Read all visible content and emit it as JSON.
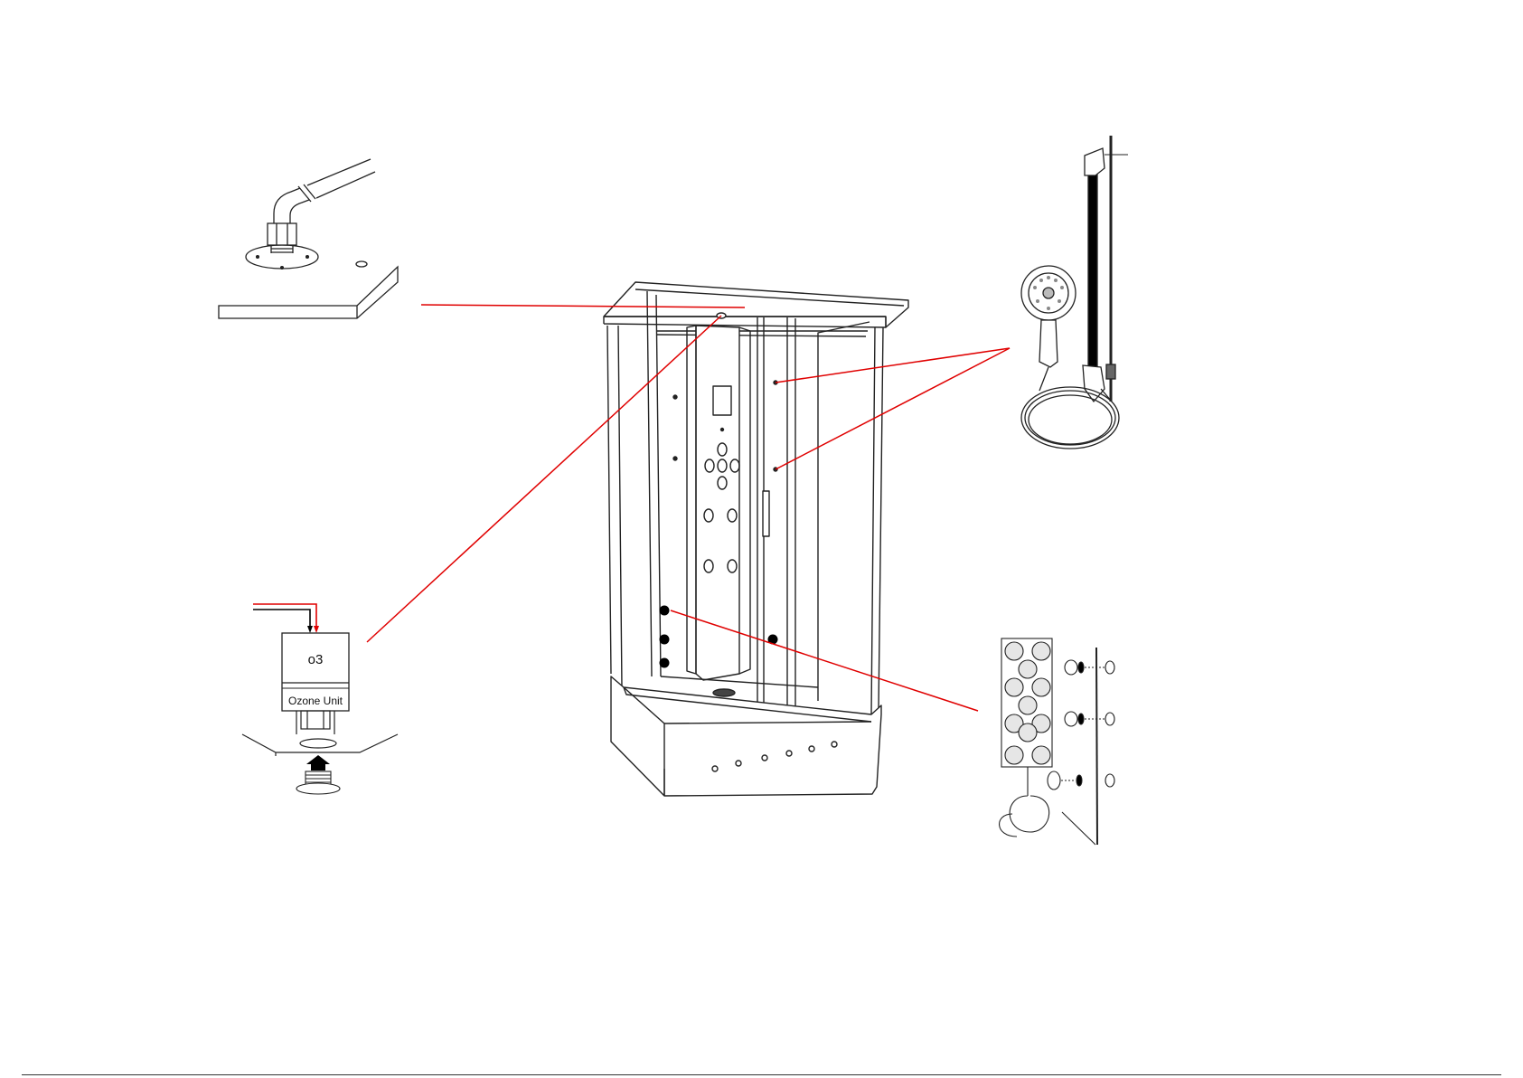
{
  "ozone_unit": {
    "symbol": "o3",
    "name": "Ozone Unit"
  },
  "colors": {
    "callout_line": "#e00000",
    "drawing_line": "#222222",
    "wire_red": "#e00000",
    "wire_black": "#000000"
  },
  "callouts": [
    {
      "from": "top-fitting-detail",
      "to": "roof-fitting-point"
    },
    {
      "from": "ozone-unit-detail",
      "to": "roof-fitting-point"
    },
    {
      "from": "hand-shower-detail",
      "to": "rail-upper-mount"
    },
    {
      "from": "hand-shower-detail",
      "to": "rail-lower-mount"
    },
    {
      "from": "body-jet-panel-detail",
      "to": "side-jet-point"
    }
  ]
}
